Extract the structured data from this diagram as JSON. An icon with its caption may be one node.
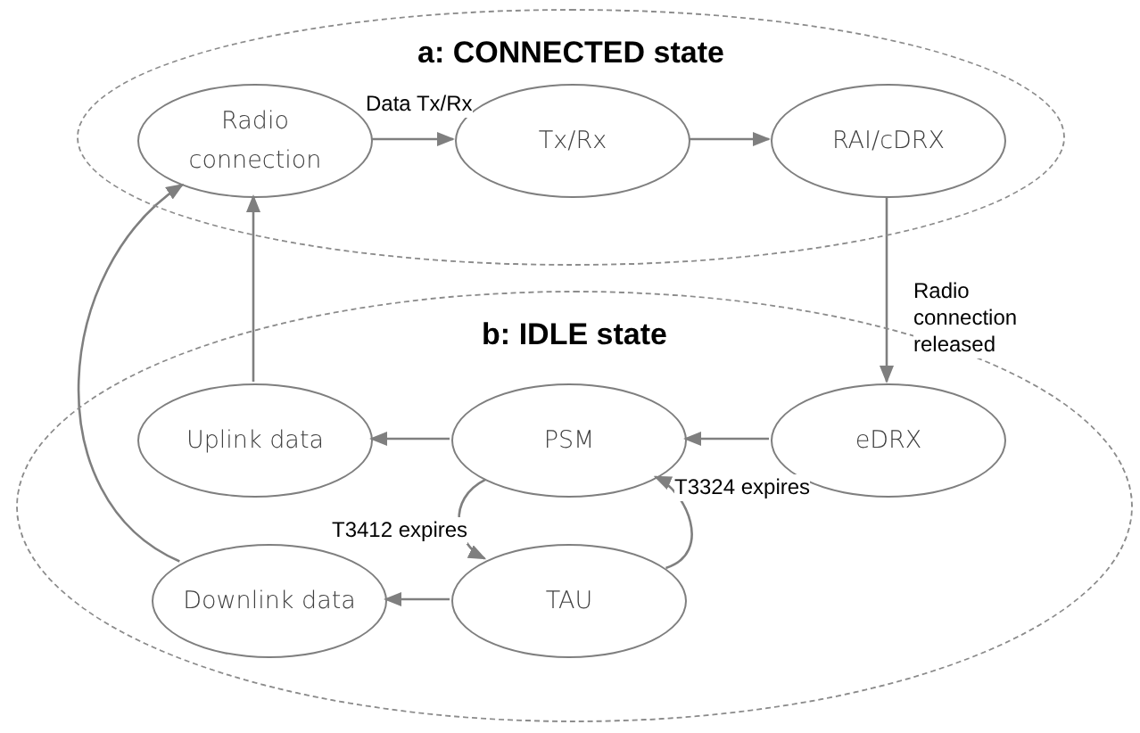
{
  "diagram": {
    "nodes": [
      {
        "text": [
          "a: CONNECTED state"
        ]
      },
      {
        "text": [
          "Radio connection"
        ],
        "in": 0
      },
      {
        "text": [
          "Tx/Rx"
        ],
        "in": 0
      },
      {
        "text": [
          "RAI/cDRX"
        ],
        "in": 0
      },
      {
        "text": [
          "b: IDLE state"
        ]
      },
      {
        "text": [
          "Uplink data"
        ],
        "in": 4
      },
      {
        "text": [
          "PSM"
        ],
        "in": 4
      },
      {
        "text": [
          "eDRX"
        ],
        "in": 4
      },
      {
        "text": [
          "Downlink data"
        ],
        "in": 4
      },
      {
        "text": [
          "TAU"
        ],
        "in": 4
      }
    ],
    "edges": [
      {
        "from": 1,
        "to": 2,
        "arrow": "to",
        "label": "Data Tx/Rx"
      },
      {
        "from": 2,
        "to": 3,
        "arrow": "to"
      },
      {
        "from": 3,
        "to": 7,
        "arrow": "to",
        "label": "Radio connection released"
      },
      {
        "from": 7,
        "to": 6,
        "arrow": "to"
      },
      {
        "from": 6,
        "to": 5,
        "arrow": "to"
      },
      {
        "from": 5,
        "to": 1,
        "arrow": "to"
      },
      {
        "from": 6,
        "to": 9,
        "arrow": "to",
        "label": "T3412 expires"
      },
      {
        "from": 9,
        "to": 6,
        "arrow": "to",
        "label": "T3324 expires"
      },
      {
        "from": 9,
        "to": 8,
        "arrow": "to"
      },
      {
        "from": 8,
        "to": 1,
        "arrow": "to"
      }
    ]
  }
}
